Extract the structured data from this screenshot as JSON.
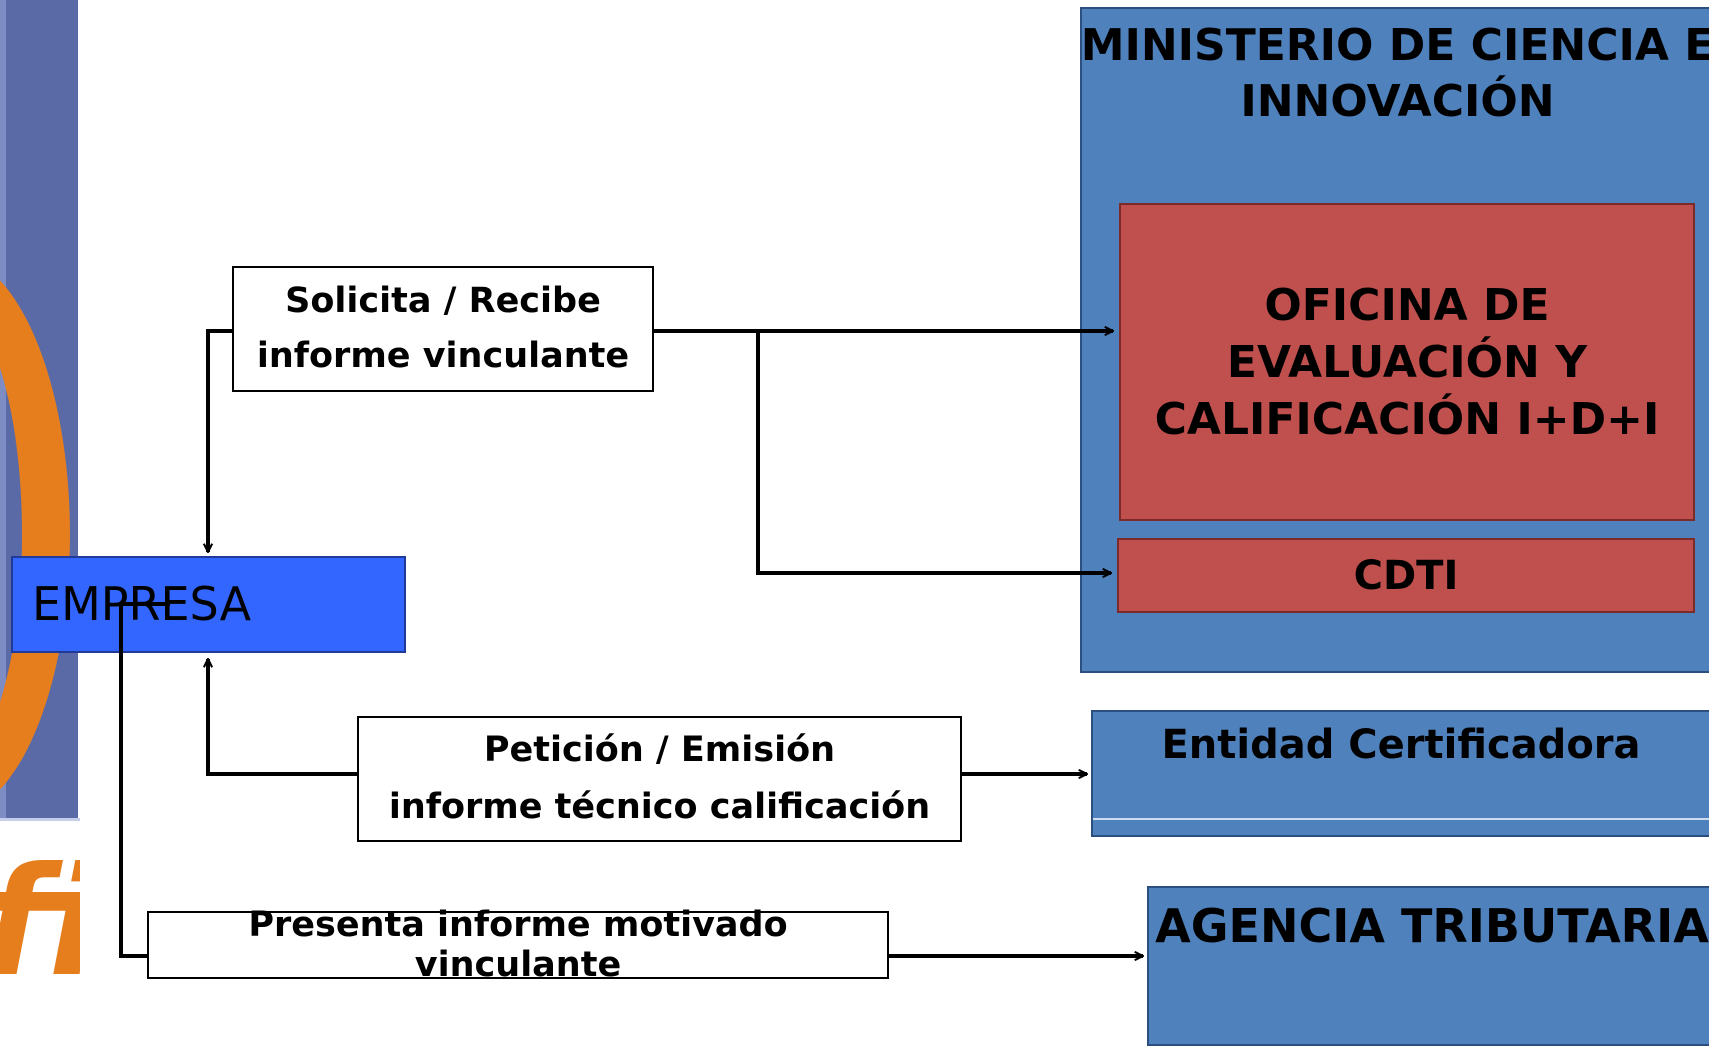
{
  "ministerio": {
    "title": "MINISTERIO DE CIENCIA E INNOVACIÓN"
  },
  "oficina": {
    "line1": "OFICINA DE",
    "line2": "EVALUACIÓN Y",
    "line3": "CALIFICACIÓN I+D+I"
  },
  "cdti": {
    "label": "CDTI"
  },
  "entidad": {
    "label": "Entidad Certificadora"
  },
  "agencia": {
    "label": "AGENCIA TRIBUTARIA"
  },
  "empresa": {
    "label": "EMPRESA"
  },
  "solicita": {
    "line1": "Solicita / Recibe",
    "line2": "informe vinculante"
  },
  "peticion": {
    "line1": "Petición / Emisión",
    "line2": "informe técnico calificación"
  },
  "presenta": {
    "label": "Presenta informe motivado vinculante"
  },
  "colors": {
    "blue_box": "#4f81bd",
    "red_box": "#c0504d",
    "empresa_box": "#3366ff",
    "logo_orange": "#e67e1e"
  },
  "icons": [
    "logo-fragment"
  ]
}
